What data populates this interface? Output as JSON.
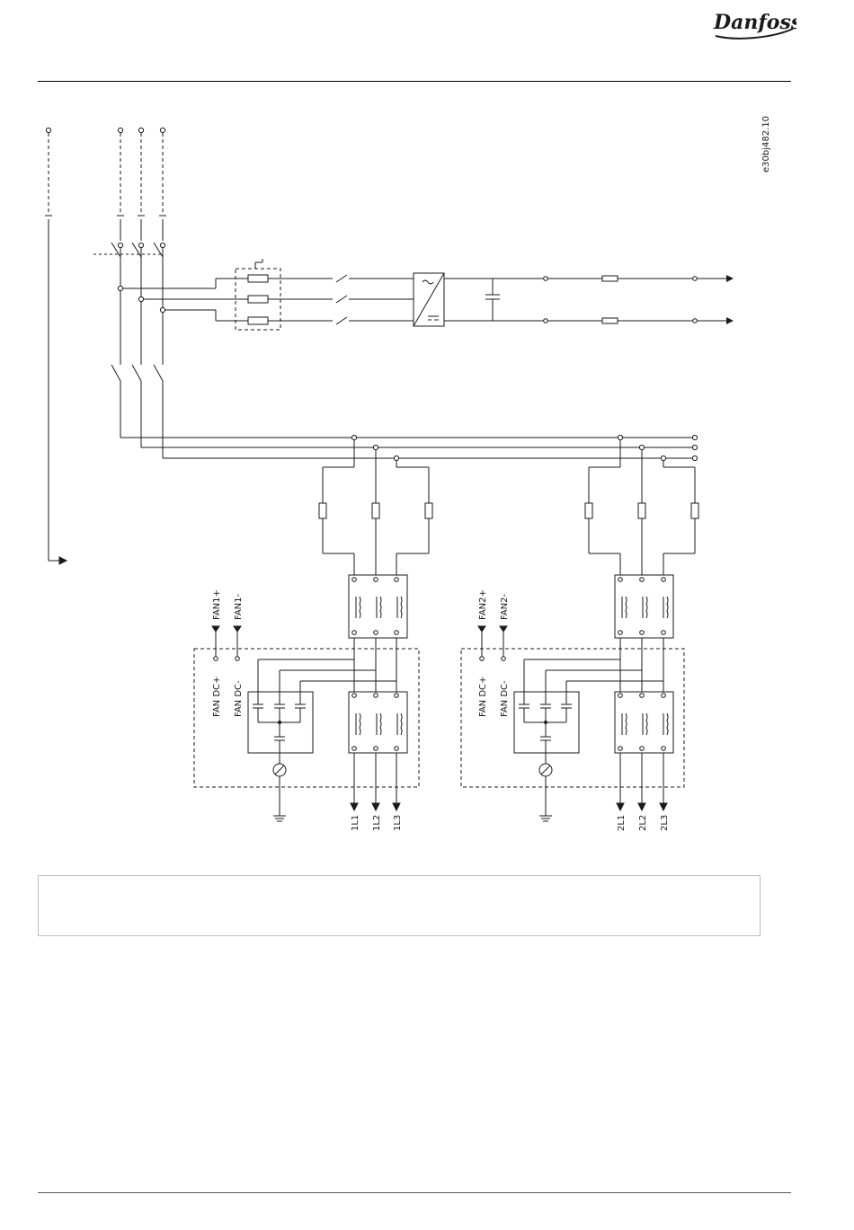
{
  "brand": {
    "logo_text": "Danfoss"
  },
  "diagram": {
    "ref_code": "e30bj482.10",
    "fan1_plus": "FAN1+",
    "fan1_minus": "FAN1-",
    "fan2_plus": "FAN2+",
    "fan2_minus": "FAN2-",
    "fan_dc_plus": "FAN DC+",
    "fan_dc_minus": "FAN DC-",
    "out_1l1": "1L1",
    "out_1l2": "1L2",
    "out_1l3": "1L3",
    "out_2l1": "2L1",
    "out_2l2": "2L2",
    "out_2l3": "2L3"
  },
  "caption": {
    "text": ""
  }
}
